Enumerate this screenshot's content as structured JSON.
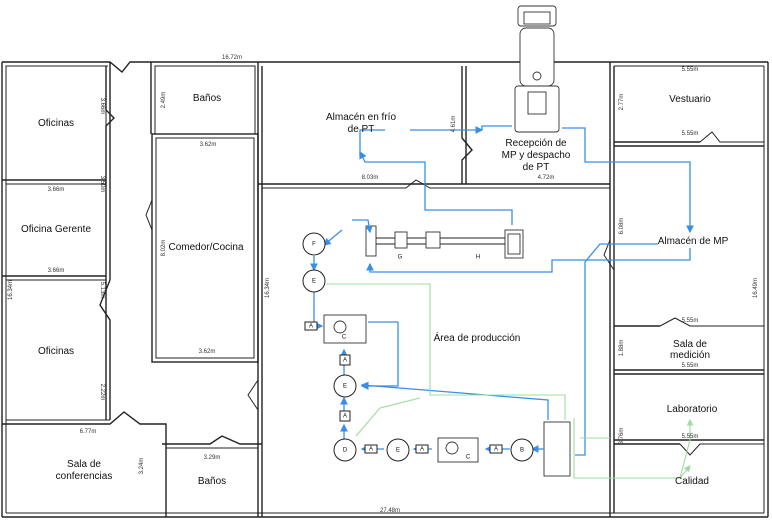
{
  "rooms": {
    "oficinas_top": "Oficinas",
    "oficina_gerente": "Oficina Gerente",
    "oficinas_bottom": "Oficinas",
    "sala_conferencias_1": "Sala de",
    "sala_conferencias_2": "conferencias",
    "banos_top": "Baños",
    "comedor": "Comedor/Cocina",
    "banos_bottom": "Baños",
    "almacen_frio_1": "Almacén en frío",
    "almacen_frio_2": "de PT",
    "recepcion_1": "Recepción de",
    "recepcion_2": "MP y despacho",
    "recepcion_3": "de PT",
    "vestuario": "Vestuario",
    "almacen_mp": "Almacén de MP",
    "area_produccion": "Área de producción",
    "sala_medicion_1": "Sala de",
    "sala_medicion_2": "medición",
    "laboratorio": "Laboratorio",
    "calidad": "Calidad"
  },
  "dimensions": {
    "top_width": "16.72m",
    "bottom_width": "27.48m",
    "d_ofi1_v": "3.66m",
    "d_ofi_h1": "3.66m",
    "d_ofi_h2": "3.66m",
    "d_ofi_v2": "3.50m",
    "d_ofi_v3": "2.22m",
    "d_ofi_v4": "5.13m",
    "d_left_total": "16.34m",
    "d_conf_h": "6.77m",
    "d_conf_v": "3.24m",
    "d_banos_v": "2.49m",
    "d_banos_h": "3.62m",
    "d_comedor_v": "8.02m",
    "d_comedor_h": "3.62m",
    "d_banos2_h": "3.29m",
    "d_prod_v": "16.34m",
    "d_frio_h": "8.03m",
    "d_frio_v": "4.61m",
    "d_recep_h": "4.72m",
    "d_vest_top": "5.55m",
    "d_vest_h": "5.55m",
    "d_vest_v": "2.77m",
    "d_right_v": "6.08m",
    "d_right_total": "16.49m",
    "d_mp_h": "5.55m",
    "d_med_v": "1.88m",
    "d_med_h": "5.55m",
    "d_lab_v": "3.76m",
    "d_lab_h": "5.55m"
  },
  "nodes": {
    "F": "F",
    "E1": "E",
    "E2": "E",
    "E3": "E",
    "D": "D",
    "B": "B",
    "A": "A",
    "C": "C",
    "G": "G",
    "H": "H"
  },
  "colors": {
    "flow": "#3a8ee6",
    "secondary_flow": "#9fdc9f",
    "walls": "#222222"
  }
}
